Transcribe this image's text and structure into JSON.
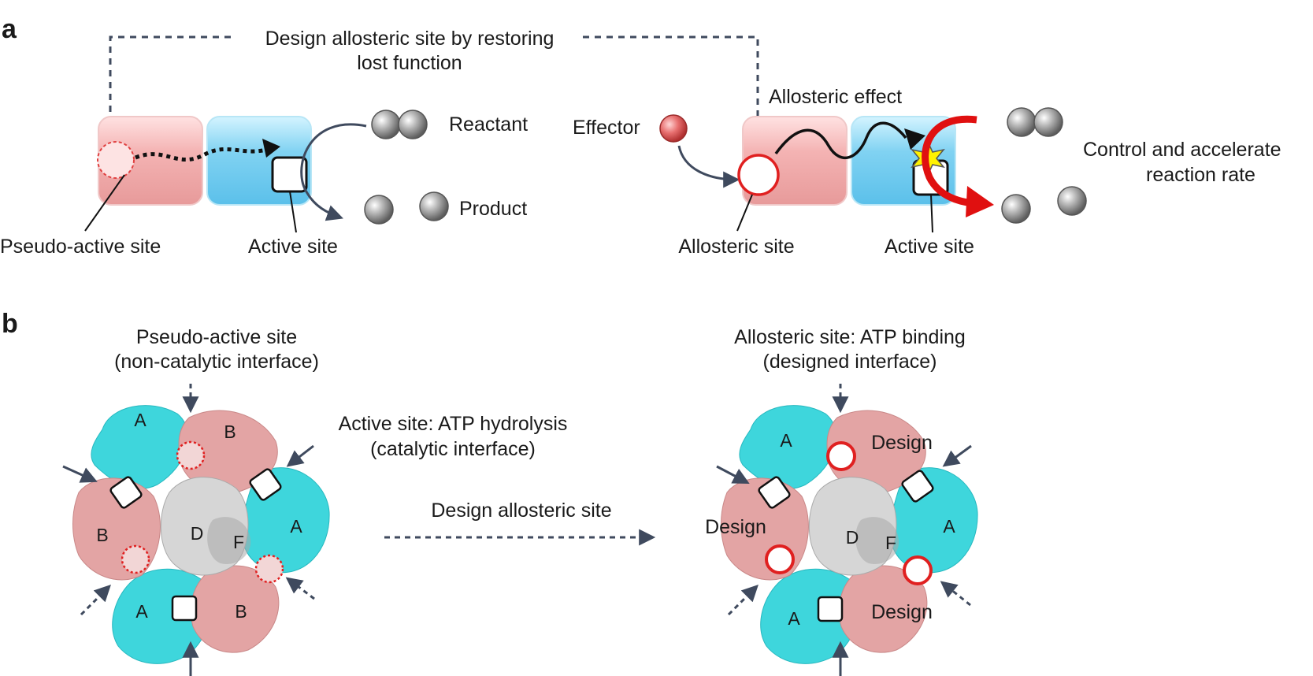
{
  "panel_a": {
    "letter": "a",
    "design_caption_line1": "Design allosteric site by restoring",
    "design_caption_line2": "lost function",
    "reactant": "Reactant",
    "product": "Product",
    "effector": "Effector",
    "allosteric_effect": "Allosteric effect",
    "control_line1": "Control and accelerate",
    "control_line2": "reaction rate",
    "pseudo_active_site": "Pseudo-active site",
    "active_site_left": "Active site",
    "allosteric_site": "Allosteric site",
    "active_site_right": "Active site"
  },
  "panel_b": {
    "letter": "b",
    "pseudo_title_line1": "Pseudo-active site",
    "pseudo_title_line2": "(non-catalytic interface)",
    "active_title_line1": "Active site: ATP hydrolysis",
    "active_title_line2": "(catalytic interface)",
    "design_arrow_label": "Design allosteric site",
    "allo_title_line1": "Allosteric site: ATP binding",
    "allo_title_line2": "(designed interface)",
    "left_subunits": [
      "A",
      "B",
      "A",
      "B",
      "A",
      "B",
      "D",
      "F"
    ],
    "right_subunits": [
      "A",
      "A",
      "A",
      "D",
      "F"
    ],
    "design_labels": [
      "Design",
      "Design",
      "Design"
    ]
  },
  "colors": {
    "cyan_subunit": "#3ed6dc",
    "pink_subunit": "#e3a4a4",
    "grey_subunit": "#d6d6d6",
    "allosteric_red": "#e02020",
    "arrow_slate": "#3f4a5e"
  }
}
